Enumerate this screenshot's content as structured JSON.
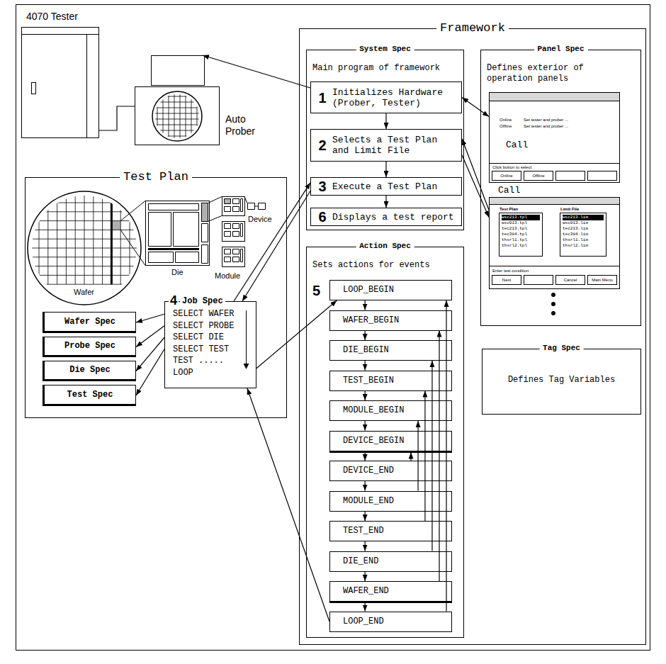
{
  "diagram": {
    "nodes": [
      {
        "text": [
          "4070 Tester"
        ]
      },
      {
        "text": [
          "Auto Prober"
        ]
      },
      {
        "text": [
          "Framework"
        ]
      },
      {
        "text": [
          "System Spec",
          "Main program of framework"
        ],
        "in": 2
      },
      {
        "text": [
          "1",
          "Initializes Hardware (Prober, Tester)"
        ],
        "in": 3
      },
      {
        "text": [
          "2",
          "Selects a Test Plan and Limit File"
        ],
        "in": 3
      },
      {
        "text": [
          "3",
          "Execute a Test Plan"
        ],
        "in": 3
      },
      {
        "text": [
          "6",
          "Displays a test report"
        ],
        "in": 3
      },
      {
        "text": [
          "Action Spec",
          "Sets actions for events"
        ],
        "in": 2
      },
      {
        "text": [
          "LOOP_BEGIN"
        ],
        "in": 8
      },
      {
        "text": [
          "WAFER_BEGIN"
        ],
        "in": 8
      },
      {
        "text": [
          "DIE_BEGIN"
        ],
        "in": 8
      },
      {
        "text": [
          "TEST_BEGIN"
        ],
        "in": 8
      },
      {
        "text": [
          "MODULE_BEGIN"
        ],
        "in": 8
      },
      {
        "text": [
          "DEVICE_BEGIN"
        ],
        "in": 8
      },
      {
        "text": [
          "DEVICE_END"
        ],
        "in": 8
      },
      {
        "text": [
          "MODULE_END"
        ],
        "in": 8
      },
      {
        "text": [
          "TEST_END"
        ],
        "in": 8
      },
      {
        "text": [
          "DIE_END"
        ],
        "in": 8
      },
      {
        "text": [
          "WAFER_END"
        ],
        "in": 8
      },
      {
        "text": [
          "LOOP_END"
        ],
        "in": 8
      },
      {
        "text": [
          "Panel Spec",
          "Defines exterior of operation panels"
        ],
        "in": 2
      },
      {
        "text": [
          "Online",
          "Set tester and prober ...",
          "Offline",
          "Set tester and prober ...",
          "Click button to select"
        ],
        "in": 21
      },
      {
        "text": [
          "Online"
        ],
        "in": 22
      },
      {
        "text": [
          "Offline"
        ],
        "in": 22
      },
      {
        "text": [
          "Enter test condition"
        ],
        "in": 21
      },
      {
        "text": [
          "Test Plan",
          "wsc213.tpl",
          "wsc013.tpl",
          "tec213.tpl",
          "tec384.tpl",
          "thsrl1.tpl",
          "thsrl2.tpl"
        ],
        "in": 25
      },
      {
        "text": [
          "Limit File",
          "wsc213.lim",
          "wsc013.lim",
          "tec213.lim",
          "tec384.lim",
          "thsrl1.lim",
          "thsrl2.lim"
        ],
        "in": 25
      },
      {
        "text": [
          "Next"
        ],
        "in": 25
      },
      {
        "text": [
          "Cancel"
        ],
        "in": 25
      },
      {
        "text": [
          "Main Menu"
        ],
        "in": 25
      },
      {
        "text": [
          "Tag Spec",
          "Defines Tag Variables"
        ],
        "in": 2
      },
      {
        "text": [
          "Test Plan"
        ]
      },
      {
        "text": [
          "4",
          "Job Spec",
          "SELECT WAFER",
          "SELECT PROBE",
          "SELECT DIE",
          "SELECT TEST",
          "TEST .....",
          "LOOP"
        ],
        "in": 32
      },
      {
        "text": [
          "Wafer Spec"
        ],
        "in": 32
      },
      {
        "text": [
          "Probe Spec"
        ],
        "in": 32
      },
      {
        "text": [
          "Die Spec"
        ],
        "in": 32
      },
      {
        "text": [
          "Test Spec"
        ],
        "in": 32
      }
    ],
    "edges": [
      {
        "from": 4,
        "to": 1,
        "arrow": "to"
      },
      {
        "from": 4,
        "to": 22,
        "arrow": "both",
        "label": "Call"
      },
      {
        "from": 4,
        "to": 5,
        "arrow": "to"
      },
      {
        "from": 5,
        "to": 6,
        "arrow": "to"
      },
      {
        "from": 6,
        "to": 7,
        "arrow": "to"
      },
      {
        "from": 5,
        "to": 25,
        "arrow": "to",
        "label": "Call"
      },
      {
        "from": 25,
        "to": 5,
        "arrow": "to"
      },
      {
        "from": 6,
        "to": 33,
        "arrow": "to"
      },
      {
        "from": 33,
        "to": 6,
        "arrow": "to"
      },
      {
        "from": 33,
        "to": 34,
        "arrow": "to"
      },
      {
        "from": 33,
        "to": 35,
        "arrow": "to"
      },
      {
        "from": 33,
        "to": 36,
        "arrow": "to"
      },
      {
        "from": 33,
        "to": 37,
        "arrow": "to"
      },
      {
        "from": 33,
        "to": 9,
        "arrow": "to"
      },
      {
        "from": 9,
        "to": 10,
        "arrow": "to"
      },
      {
        "from": 10,
        "to": 11,
        "arrow": "to"
      },
      {
        "from": 11,
        "to": 12,
        "arrow": "to"
      },
      {
        "from": 12,
        "to": 13,
        "arrow": "to"
      },
      {
        "from": 13,
        "to": 14,
        "arrow": "to"
      },
      {
        "from": 14,
        "to": 15,
        "arrow": "to"
      },
      {
        "from": 15,
        "to": 16,
        "arrow": "to"
      },
      {
        "from": 16,
        "to": 17,
        "arrow": "to"
      },
      {
        "from": 17,
        "to": 18,
        "arrow": "to"
      },
      {
        "from": 18,
        "to": 19,
        "arrow": "to"
      },
      {
        "from": 19,
        "to": 20,
        "arrow": "to"
      },
      {
        "from": 15,
        "to": 14,
        "arrow": "to"
      },
      {
        "from": 16,
        "to": 13,
        "arrow": "to"
      },
      {
        "from": 17,
        "to": 12,
        "arrow": "to"
      },
      {
        "from": 18,
        "to": 11,
        "arrow": "to"
      },
      {
        "from": 19,
        "to": 10,
        "arrow": "to"
      },
      {
        "from": 20,
        "to": 9,
        "arrow": "to"
      },
      {
        "from": 20,
        "to": 33,
        "arrow": "to"
      },
      {
        "from": 0,
        "to": 1,
        "arrow": "none"
      }
    ],
    "labels": [
      "Wafer",
      "Die",
      "Module",
      "Device",
      "5"
    ]
  }
}
